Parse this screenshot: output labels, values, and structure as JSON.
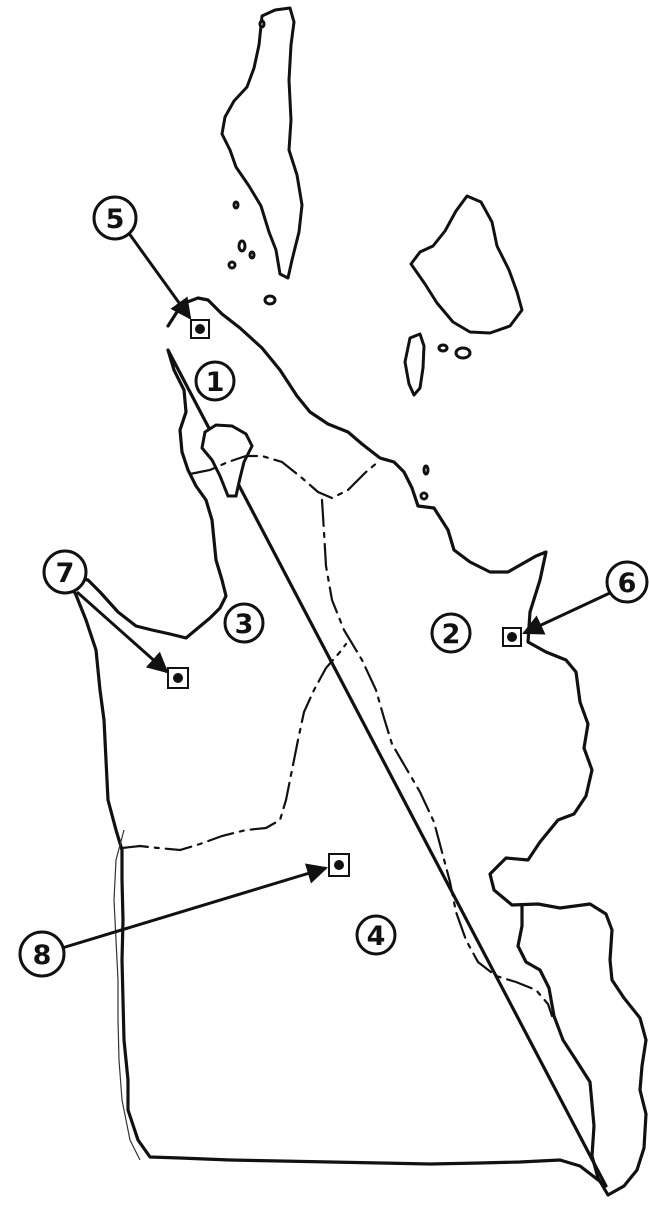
{
  "map": {
    "regions": [
      {
        "id": "1",
        "label": "1"
      },
      {
        "id": "2",
        "label": "2"
      },
      {
        "id": "3",
        "label": "3"
      },
      {
        "id": "4",
        "label": "4"
      }
    ],
    "callouts": [
      {
        "id": "5",
        "label": "5"
      },
      {
        "id": "6",
        "label": "6"
      },
      {
        "id": "7",
        "label": "7"
      },
      {
        "id": "8",
        "label": "8"
      }
    ],
    "colors": {
      "ink": "#111111",
      "paper": "#ffffff"
    },
    "icons": {
      "site_marker": "square-dot-marker-icon",
      "pointer": "arrow-icon"
    }
  }
}
